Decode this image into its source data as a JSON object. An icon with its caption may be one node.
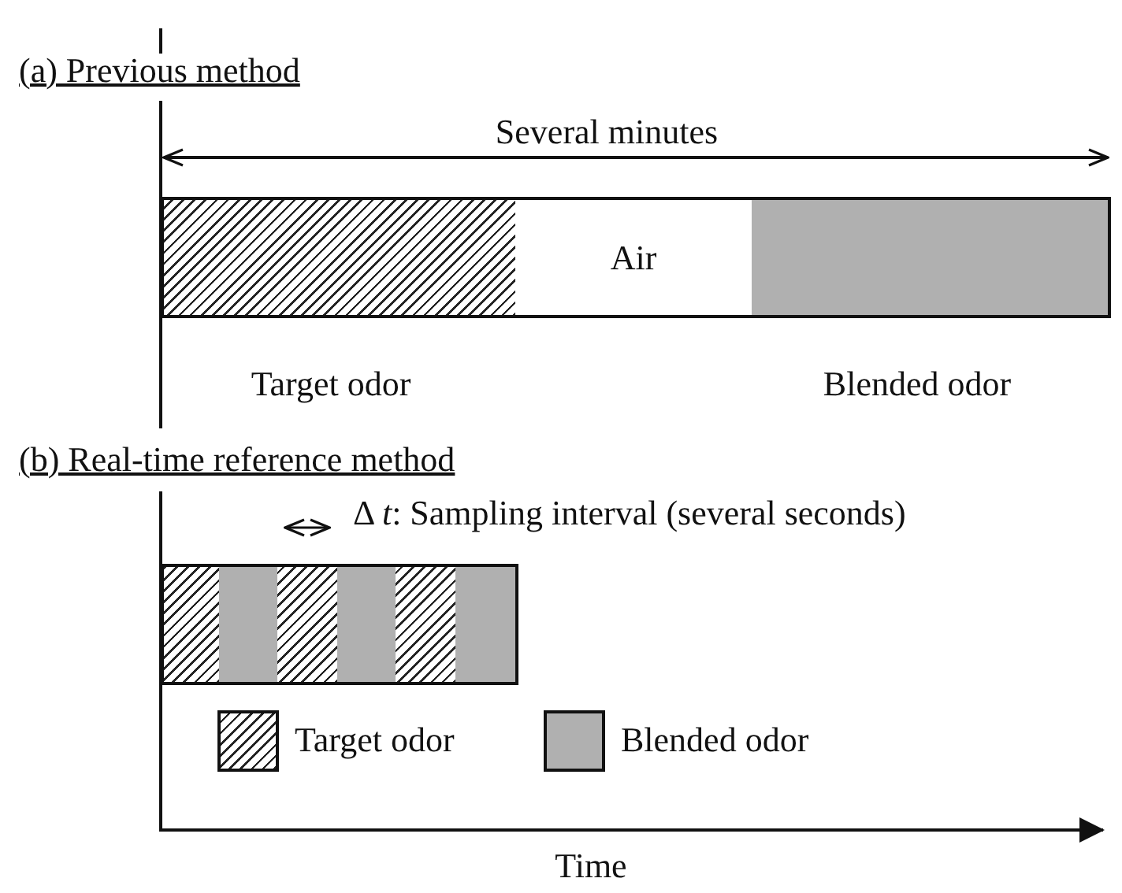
{
  "diagram": {
    "nodes": [
      {
        "text": [],
        "shape": "bar",
        "beside": [
          "Target odor"
        ]
      },
      {
        "text": [
          "Air"
        ]
      },
      {
        "text": [],
        "shape": "bar",
        "beside": [
          "Blended odor"
        ]
      },
      {
        "text": [],
        "shape": "bar"
      },
      {
        "text": [],
        "shape": "bar"
      },
      {
        "text": [],
        "shape": "bar"
      },
      {
        "text": [],
        "shape": "bar"
      },
      {
        "text": [],
        "shape": "bar"
      },
      {
        "text": [],
        "shape": "bar"
      }
    ],
    "edges": [],
    "labels": [
      "(a) Previous method",
      "Several minutes",
      "(b) Real-time reference method",
      "Δ *t*: Sampling interval (several seconds)",
      "Time"
    ],
    "legend": [
      {
        "text": "Target odor"
      },
      {
        "text": "Blended odor",
        "color": "#b0b0b0"
      }
    ]
  }
}
